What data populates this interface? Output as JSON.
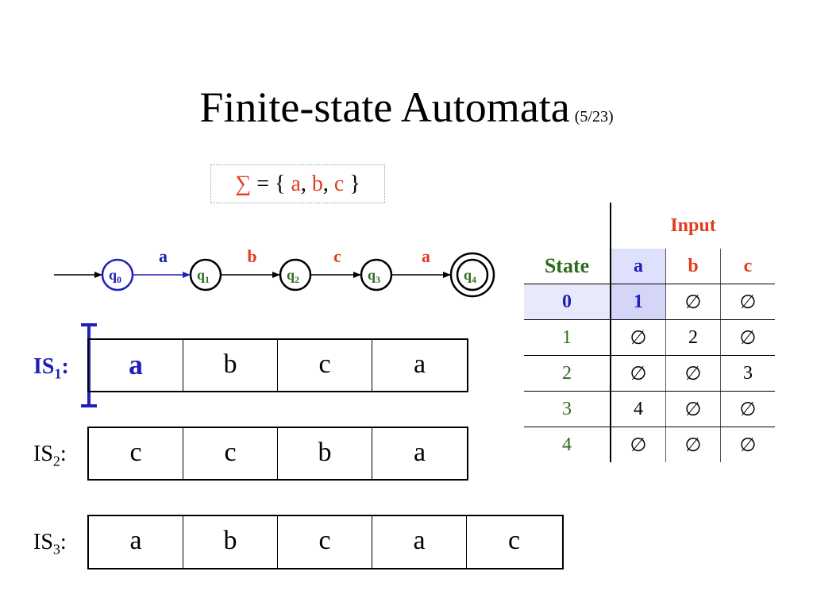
{
  "title": {
    "main": "Finite-state Automata",
    "page": "(5/23)"
  },
  "alphabet": {
    "sigma": "∑",
    "equals": "= {",
    "s1": "a",
    "comma1": ",",
    "s2": "b",
    "comma2": ",",
    "s3": "c",
    "close": "}"
  },
  "automaton": {
    "states": [
      "q0",
      "q1",
      "q2",
      "q3",
      "q4"
    ],
    "state_labels": [
      {
        "base": "q",
        "sub": "0"
      },
      {
        "base": "q",
        "sub": "1"
      },
      {
        "base": "q",
        "sub": "2"
      },
      {
        "base": "q",
        "sub": "3"
      },
      {
        "base": "q",
        "sub": "4"
      }
    ],
    "start_state": "q0",
    "accept_state": "q4",
    "current_state": "q0",
    "transitions": [
      {
        "from": "q0",
        "to": "q1",
        "symbol": "a"
      },
      {
        "from": "q1",
        "to": "q2",
        "symbol": "b"
      },
      {
        "from": "q2",
        "to": "q3",
        "symbol": "c"
      },
      {
        "from": "q3",
        "to": "q4",
        "symbol": "a"
      }
    ],
    "colors": {
      "current": "#2020b8",
      "normal": "#2e6b1e",
      "label_a": "#2020b8",
      "label_other": "#e03c1f"
    }
  },
  "table": {
    "input_header": "Input",
    "state_header": "State",
    "symbols": [
      "a",
      "b",
      "c"
    ],
    "rows": [
      {
        "state": "0",
        "a": "1",
        "b": "∅",
        "c": "∅"
      },
      {
        "state": "1",
        "a": "∅",
        "b": "2",
        "c": "∅"
      },
      {
        "state": "2",
        "a": "∅",
        "b": "∅",
        "c": "3"
      },
      {
        "state": "3",
        "a": "4",
        "b": "∅",
        "c": "∅"
      },
      {
        "state": "4",
        "a": "∅",
        "b": "∅",
        "c": "∅"
      }
    ]
  },
  "input_strings": [
    {
      "label": "IS",
      "sub": "1",
      "colon": ":",
      "symbols": [
        "a",
        "b",
        "c",
        "a"
      ],
      "active_index": 0
    },
    {
      "label": "IS",
      "sub": "2",
      "colon": ":",
      "symbols": [
        "c",
        "c",
        "b",
        "a"
      ]
    },
    {
      "label": "IS",
      "sub": "3",
      "colon": ":",
      "symbols": [
        "a",
        "b",
        "c",
        "a",
        "c"
      ]
    }
  ]
}
